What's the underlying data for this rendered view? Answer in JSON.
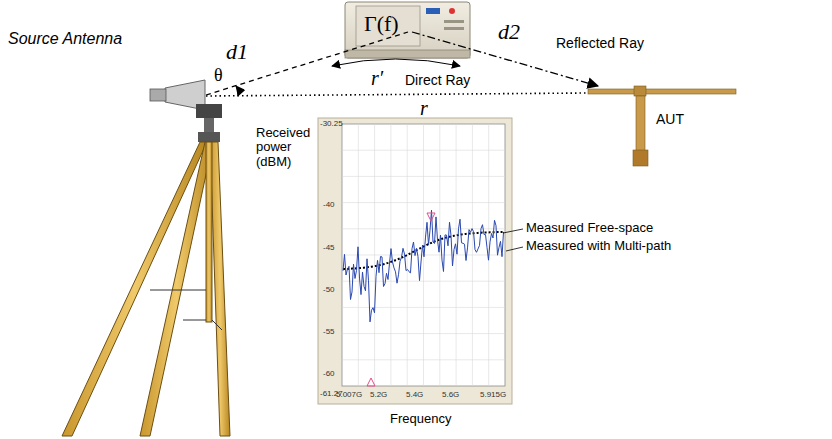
{
  "diagram": {
    "nodes": [
      {
        "text": [
          "Γ(f)"
        ]
      }
    ],
    "labels": [
      "Source Antenna",
      "d1",
      "θ",
      "r′",
      "Reflected Ray",
      "d2",
      "Direct Ray",
      "r",
      "AUT",
      "Received power (dBM)",
      "-30.25",
      "-40",
      "-45",
      "-50",
      "-55",
      "-60",
      "-61.27",
      "5.007G",
      "5.2G",
      "5.4G",
      "5.6G",
      "5.915G",
      "Frequency",
      "Measured Free-space",
      "Measured with Multi-path"
    ]
  }
}
